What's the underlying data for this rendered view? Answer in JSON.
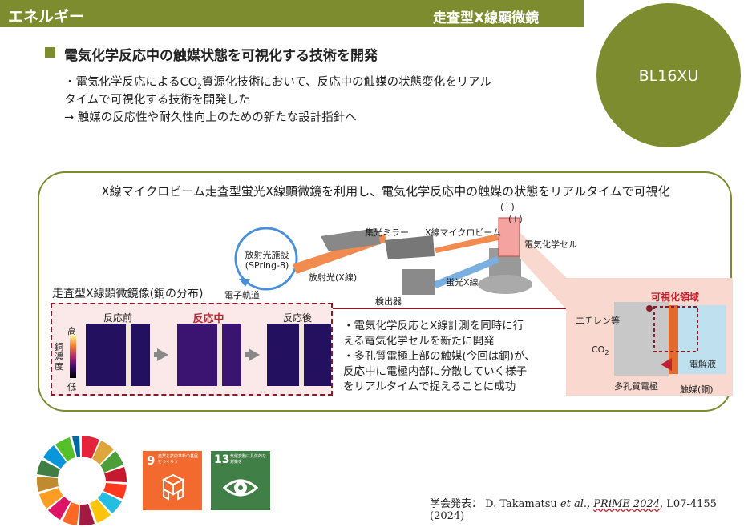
{
  "header": {
    "category": "エネルギー",
    "right_title": "走査型X線顕微鏡"
  },
  "badge": {
    "label": "BL16XU"
  },
  "main": {
    "title": "電気化学反応中の触媒状態を可視化する技術を開発",
    "bullet_line1_pre": "・電気化学反応によるCO",
    "bullet_sub": "2",
    "bullet_line1_post": "資源化技術において、反応中の触媒の状態変化をリアル",
    "bullet_line2": "タイムで可視化する技術を開発した",
    "arrow_line": "→ 触媒の反応性や耐久性向上のための新たな設計指針へ"
  },
  "panel": {
    "title": "X線マイクロビーム走査型蛍光X線顕微鏡を利用し、電気化学反応中の触媒の状態をリアルタイムで可視化",
    "diagram": {
      "facility": "放射光施設",
      "facility_sub": "(SPring-8)",
      "electron_orbit": "電子軌道",
      "sr_xray": "放射光(X線)",
      "mirror": "集光ミラー",
      "microbeam": "X線マイクロビーム",
      "cell": "電気化学セル",
      "detector": "検出器",
      "fluorescence": "蛍光X線",
      "minus": "(−)",
      "plus": "(+)"
    },
    "map": {
      "section_label": "走査型X線顕微鏡像(銅の分布)",
      "before": "反応前",
      "during": "反応中",
      "after": "反応後",
      "cbar_high": "高",
      "cbar_mid": "銅濃度",
      "cbar_low": "低"
    },
    "notes": {
      "line1": "・電気化学反応とX線計測を同時に行",
      "line2": "える電気化学セルを新たに開発",
      "line3": "・多孔質電極上部の触媒(今回は銅)が、",
      "line4": "反応中に電極内部に分散していく様子",
      "line5": "をリアルタイムで捉えることに成功"
    },
    "cell_detail": {
      "visual_area": "可視化領域",
      "ethylene": "エチレン等",
      "co2": "CO",
      "co2_sub": "2",
      "electrolyte": "電解液",
      "porous": "多孔質電極",
      "catalyst": "触媒(銅)"
    }
  },
  "sdgs": {
    "goal9_num": "9",
    "goal9_text": "産業と技術革新の基盤をつくろう",
    "goal13_num": "13",
    "goal13_text": "気候変動に具体的な対策を"
  },
  "reference": {
    "prefix": "学会発表：",
    "authors": "D. Takamatsu",
    "etal": "et al.,",
    "journal": "PRiME 2024",
    "rest": ", L07-4155 (2024)"
  },
  "colors": {
    "accent": "#7d8c2e",
    "highlight_red": "#c0232f",
    "goal9": "#f26a2d",
    "goal13": "#407f46"
  }
}
